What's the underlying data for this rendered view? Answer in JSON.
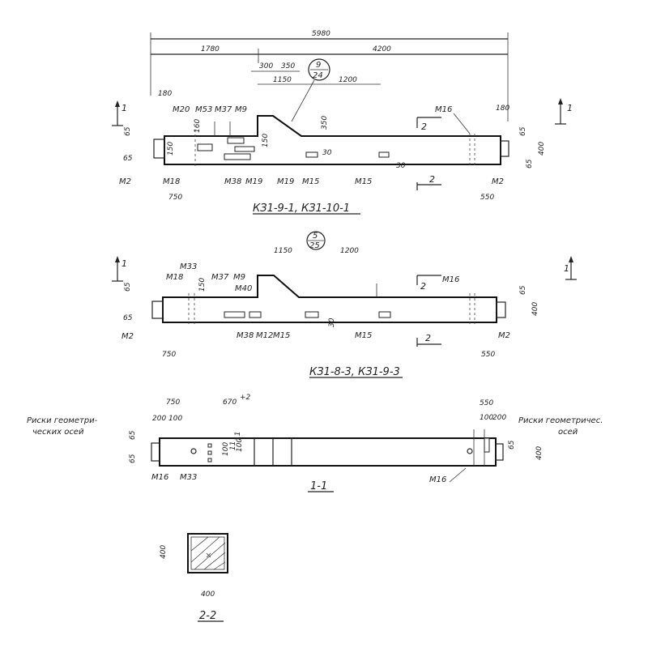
{
  "top_view": {
    "dim_total": "5980",
    "dim_left": "1780",
    "dim_right": "4200",
    "dim_300": "300",
    "dim_350_a": "350",
    "dim_1150": "1150",
    "dim_1200": "1200",
    "dim_180_a": "180",
    "dim_180_b": "180",
    "dim_65_a": "65",
    "dim_65_b": "65",
    "dim_65_c": "65",
    "dim_65_d": "65",
    "dim_400": "400",
    "dim_350_b": "350",
    "dim_150": "150",
    "dim_30": "30",
    "dim_30b": "30",
    "dim_160": "160",
    "dim_750": "750",
    "dim_550": "550",
    "circle_top": "9",
    "circle_bottom": "24",
    "section_mark_left": "1",
    "section_mark_right": "1",
    "section_mark_2_top": "2",
    "section_mark_2_bottom": "2",
    "labels_top": [
      "М20",
      "М53",
      "М37",
      "М9"
    ],
    "label_m16_top": "М16",
    "labels_bottom": [
      "М2",
      "М18",
      "М38",
      "М19",
      "М19",
      "М15",
      "М15",
      "М2"
    ],
    "caption": "КЗ1-9-1, КЗ1-10-1"
  },
  "middle_view": {
    "dim_1150": "1150",
    "dim_1200": "1200",
    "circle_top": "5",
    "circle_bottom": "25",
    "dim_65_a": "65",
    "dim_65_b": "65",
    "dim_65_c": "65",
    "dim_400": "400",
    "dim_150": "150",
    "dim_30": "30",
    "dim_750": "750",
    "dim_550": "550",
    "section_mark_left": "1",
    "section_mark_right": "1",
    "section_mark_2_top": "2",
    "section_mark_2_bottom": "2",
    "labels_top": [
      "М33",
      "М18",
      "М37",
      "М9",
      "М40"
    ],
    "label_m16": "М16",
    "labels_bottom": [
      "М2",
      "М38",
      "М12",
      "М15",
      "М15",
      "М2"
    ],
    "caption": "КЗ1-8-3, КЗ1-9-3"
  },
  "section_1_1": {
    "dim_750": "750",
    "dim_670": "670",
    "dim_670_tol": "+2",
    "dim_200": "200",
    "dim_100": "100",
    "dim_550": "550",
    "dim_100_r": "100",
    "dim_200_r": "200",
    "dim_65_a": "65",
    "dim_65_b": "65",
    "dim_65_c": "65",
    "dim_400": "400",
    "dim_100_v": "100",
    "dim_11": "11",
    "dim_11b": "11",
    "dim_100_v2": "100",
    "note_left_1": "Риски геометри-",
    "note_left_2": "ческих осей",
    "note_right_1": "Риски геометричес.",
    "note_right_2": "осей",
    "labels_bottom": [
      "М16",
      "М33"
    ],
    "label_m16_right": "М16",
    "caption": "1-1"
  },
  "section_2_2": {
    "dim_side": "400",
    "dim_bottom": "400",
    "caption": "2-2"
  }
}
